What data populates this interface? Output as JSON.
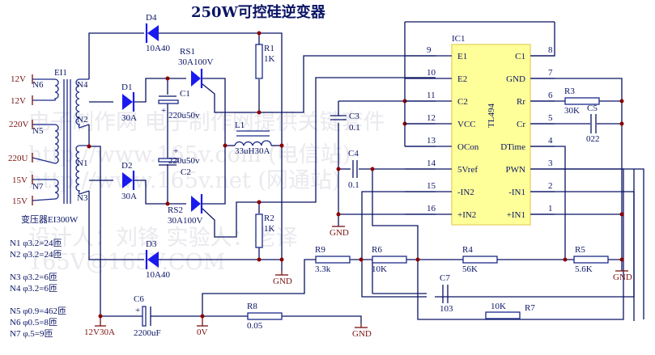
{
  "title": "250W可控硅逆变器",
  "watermark": {
    "line1": "电子制作网 电子制作网提供关键套件",
    "line2": "http://www.165v.com (电信站)",
    "line3": "http://www.165v.net (网通站)",
    "line4": "设计人：刘锋   实验人：老译",
    "line5": "165V@165V.COM"
  },
  "transformer": {
    "ref": "EI1",
    "caption": "变压器EI300W",
    "primary_labels": [
      "12V",
      "12V",
      "220V",
      "220U",
      "15V",
      "15V"
    ],
    "windings": [
      "N6",
      "N5",
      "N7",
      "N4",
      "N2",
      "N1",
      "N3"
    ],
    "spec": [
      "N1  φ3.2=24匝",
      "N2  φ3.2=24匝",
      "N3  φ3.2=6匝",
      "N4  φ3.2=6匝",
      "N5  φ0.9=462匝",
      "N6  φ0.5=8匝",
      "N7  φ.5=9匝"
    ]
  },
  "components": {
    "D1": {
      "ref": "D1",
      "value": "30A"
    },
    "D2": {
      "ref": "D2",
      "value": "30A"
    },
    "D3": {
      "ref": "D3",
      "value": "10A40"
    },
    "D4": {
      "ref": "D4",
      "value": "10A40"
    },
    "RS1": {
      "ref": "RS1",
      "value": "30A100V"
    },
    "RS2": {
      "ref": "RS2",
      "value": "30A100V"
    },
    "C1": {
      "ref": "C1",
      "value": "220u50v"
    },
    "C2": {
      "ref": "C2",
      "value": "220u50v"
    },
    "C3": {
      "ref": "C3",
      "value": "0.1"
    },
    "C4": {
      "ref": "C4",
      "value": "0.1"
    },
    "C5": {
      "ref": "C5",
      "value": "022"
    },
    "C6": {
      "ref": "C6",
      "value": "2200uF"
    },
    "C7": {
      "ref": "C7",
      "value": "103"
    },
    "L1": {
      "ref": "L1",
      "value": "33uH30A"
    },
    "R1": {
      "ref": "R1",
      "value": "1K"
    },
    "R2": {
      "ref": "R2",
      "value": "1K"
    },
    "R3": {
      "ref": "R3",
      "value": "30K"
    },
    "R4": {
      "ref": "R4",
      "value": "56K"
    },
    "R5": {
      "ref": "R5",
      "value": "5.6K"
    },
    "R6": {
      "ref": "R6",
      "value": "10K"
    },
    "R7": {
      "ref": "R7",
      "value": "10K"
    },
    "R8": {
      "ref": "R8",
      "value": "0.05"
    },
    "R9": {
      "ref": "R9",
      "value": "3.3k"
    }
  },
  "ic": {
    "ref": "IC1",
    "part": "TL494",
    "left_pins": [
      {
        "num": "9",
        "name": "E1"
      },
      {
        "num": "10",
        "name": "E2"
      },
      {
        "num": "11",
        "name": "C2"
      },
      {
        "num": "12",
        "name": "VCC"
      },
      {
        "num": "13",
        "name": "OCon"
      },
      {
        "num": "14",
        "name": "5Vref"
      },
      {
        "num": "15",
        "name": "-IN2"
      },
      {
        "num": "16",
        "name": "+IN2"
      }
    ],
    "right_pins": [
      {
        "num": "8",
        "name": "C1"
      },
      {
        "num": "7",
        "name": "GND"
      },
      {
        "num": "6",
        "name": "Rr"
      },
      {
        "num": "5",
        "name": "Cr"
      },
      {
        "num": "4",
        "name": "DTime"
      },
      {
        "num": "3",
        "name": "PWN"
      },
      {
        "num": "2",
        "name": "-IN1"
      },
      {
        "num": "1",
        "name": "+IN1"
      }
    ]
  },
  "nets": {
    "gnd": "GND",
    "zero_v": "0V",
    "supply": "12V30A"
  },
  "colors": {
    "wire": "#0a1464",
    "junction": "#8b0000",
    "diode": "#1a1aee",
    "ic_fill": "#ffff99",
    "net_label": "#7a1010"
  }
}
